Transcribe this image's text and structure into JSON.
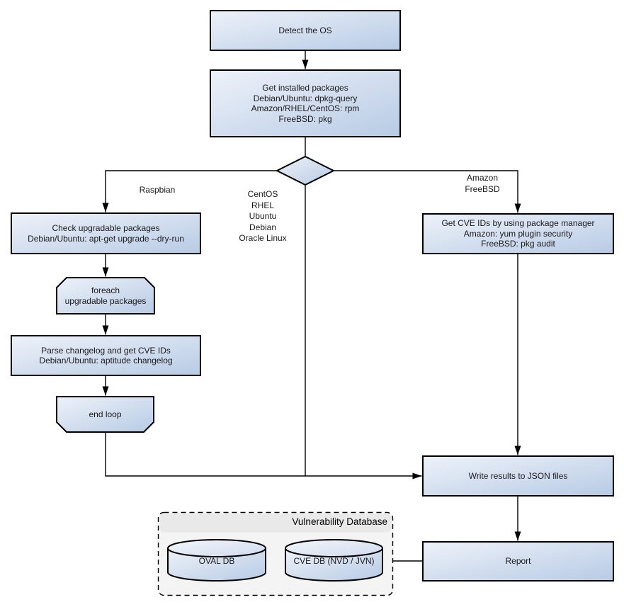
{
  "nodes": {
    "detect_os": {
      "label": "Detect the OS"
    },
    "get_installed_packages": {
      "label": "Get installed packages\nDebian/Ubuntu: dpkg-query\nAmazon/RHEL/CentOS: rpm\nFreeBSD: pkg"
    },
    "check_upgradable_packages": {
      "label": "Check upgradable packages\nDebian/Ubuntu: apt-get upgrade --dry-run"
    },
    "foreach_loop_start": {
      "label": "foreach\nupgradable  packages"
    },
    "parse_changelog": {
      "label": "Parse changelog and get  CVE IDs\nDebian/Ubuntu: aptitude changelog"
    },
    "end_loop": {
      "label": "end loop"
    },
    "get_cve_ids_package_manager": {
      "label": "Get CVE IDs by using package manager\nAmazon: yum plugin security\nFreeBSD: pkg audit"
    },
    "write_results_json": {
      "label": "Write results to JSON files"
    },
    "report": {
      "label": "Report"
    },
    "oval_db": {
      "label": "OVAL DB"
    },
    "cve_db": {
      "label": "CVE DB (NVD / JVN)"
    }
  },
  "branch_labels": {
    "raspbian": "Raspbian",
    "centos_group": "CentOS\nRHEL\nUbuntu\nDebian\nOracle Linux",
    "amazon_group": "Amazon\nFreeBSD"
  },
  "container": {
    "title": "Vulnerability Database"
  },
  "colors": {
    "node_fill_light": "#eef2f9",
    "node_fill_dark": "#b7cbe5",
    "cylinder_top_light": "#f3f6fb",
    "cylinder_top_dark": "#cfdbee",
    "node_border": "#000000",
    "connector": "#000000",
    "container_fill": "#f4f4f4",
    "container_header_fill": "#e9e9e9",
    "container_border": "#000000",
    "text": "#1a1a1a",
    "background": "#ffffff"
  }
}
